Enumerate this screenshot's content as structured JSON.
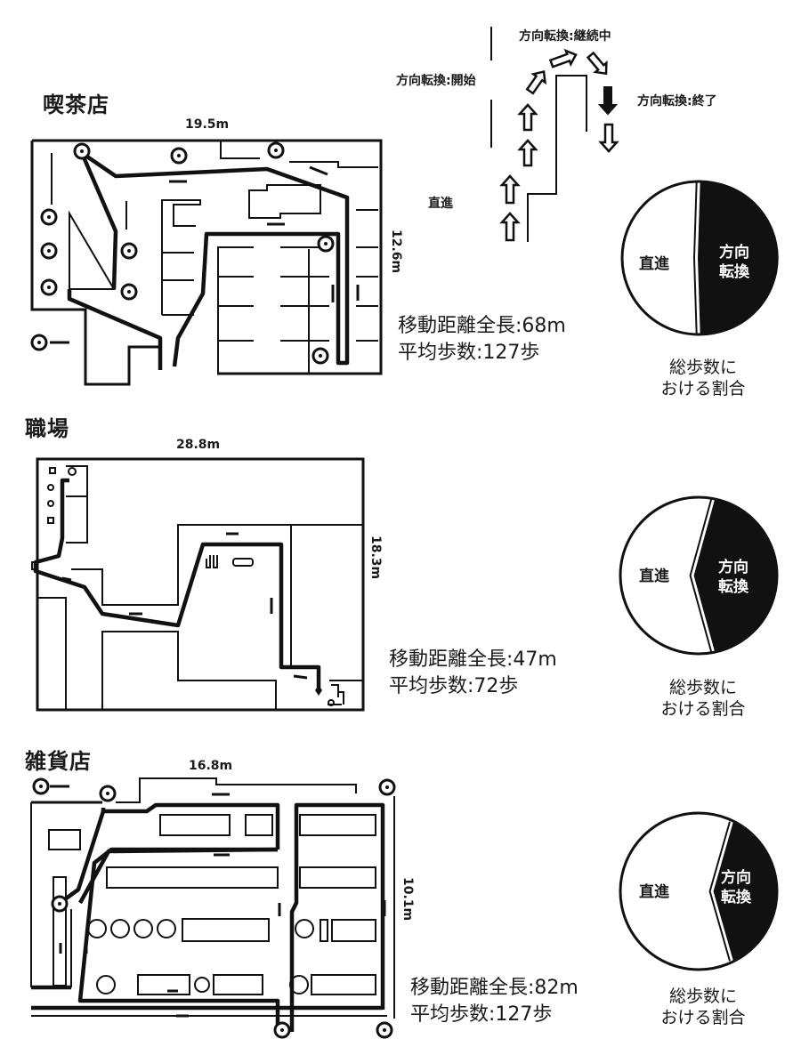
{
  "legend": {
    "start_label": "方向転換:開始",
    "continue_label": "方向転換:継続中",
    "end_label": "方向転換:終了",
    "straight_label": "直進"
  },
  "sections": [
    {
      "title": "喫茶店",
      "width_label": "19.5m",
      "height_label": "12.6m",
      "distance_text": "移動距離全長:68m",
      "steps_text": "平均歩数:127歩"
    },
    {
      "title": "職場",
      "width_label": "28.8m",
      "height_label": "18.3m",
      "distance_text": "移動距離全長:47m",
      "steps_text": "平均歩数:72歩"
    },
    {
      "title": "雑貨店",
      "width_label": "16.8m",
      "height_label": "10.1m",
      "distance_text": "移動距離全長:82m",
      "steps_text": "平均歩数:127歩"
    }
  ],
  "pie_labels": {
    "straight": "直進",
    "turn_line1": "方向",
    "turn_line2": "転換",
    "caption_line1": "総歩数に",
    "caption_line2": "おける割合"
  },
  "chart_data": [
    {
      "type": "pie",
      "title": "喫茶店 総歩数における割合",
      "categories": [
        "直進",
        "方向転換"
      ],
      "values": [
        51,
        49
      ],
      "colors": [
        "#ffffff",
        "#111111"
      ]
    },
    {
      "type": "pie",
      "title": "職場 総歩数における割合",
      "categories": [
        "直進",
        "方向転換"
      ],
      "values": [
        57,
        43
      ],
      "colors": [
        "#ffffff",
        "#111111"
      ]
    },
    {
      "type": "pie",
      "title": "雑貨店 総歩数における割合",
      "categories": [
        "直進",
        "方向転換"
      ],
      "values": [
        65,
        35
      ],
      "colors": [
        "#ffffff",
        "#111111"
      ]
    }
  ]
}
